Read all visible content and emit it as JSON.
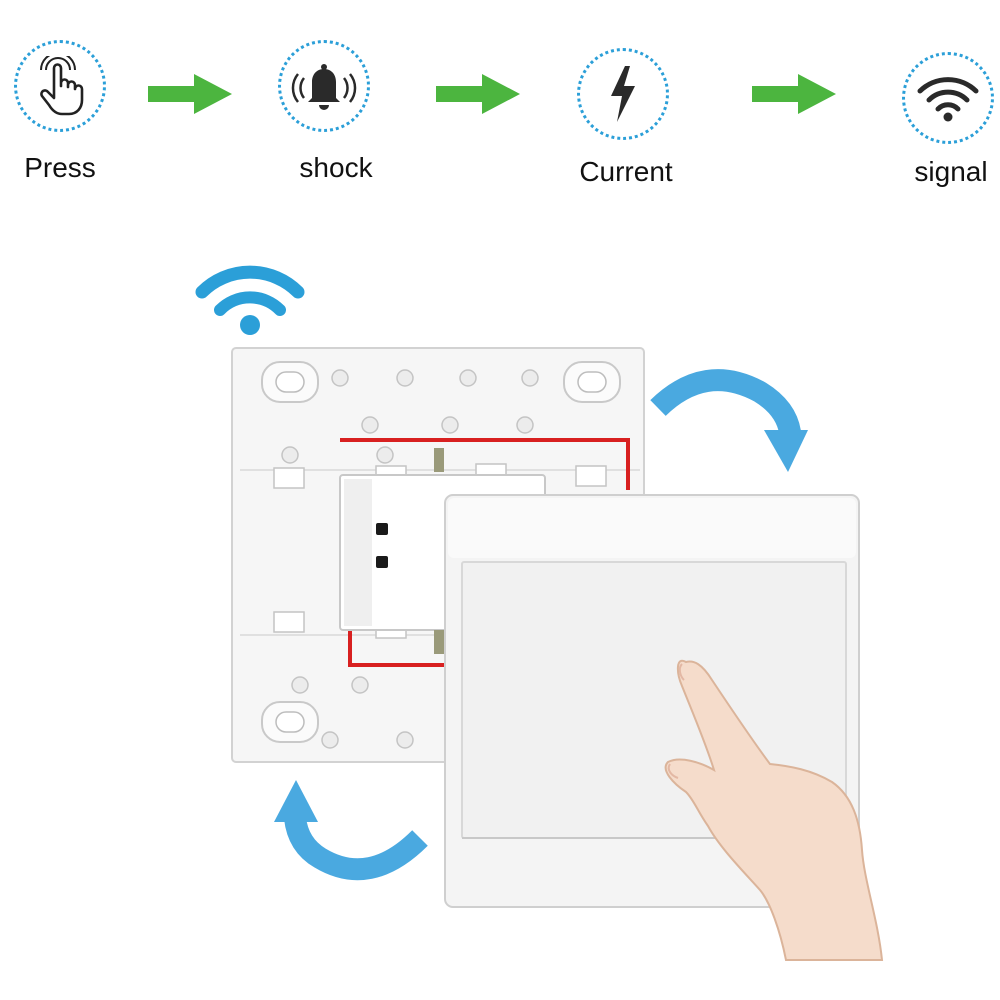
{
  "flow": {
    "steps": [
      {
        "label": "Press",
        "icon": "press-finger-icon"
      },
      {
        "label": "shock",
        "icon": "bell-vibration-icon"
      },
      {
        "label": "Current",
        "icon": "lightning-bolt-icon"
      },
      {
        "label": "signal",
        "icon": "wifi-signal-icon"
      }
    ],
    "arrow_color": "#4cb53f",
    "circle_color": "#2b9fd8"
  },
  "product": {
    "wifi_color": "#2b9fd8",
    "rotate_arrow_color": "#4aa9e0",
    "wire_color": "#d82020",
    "panel_color": "#f4f4f4"
  }
}
